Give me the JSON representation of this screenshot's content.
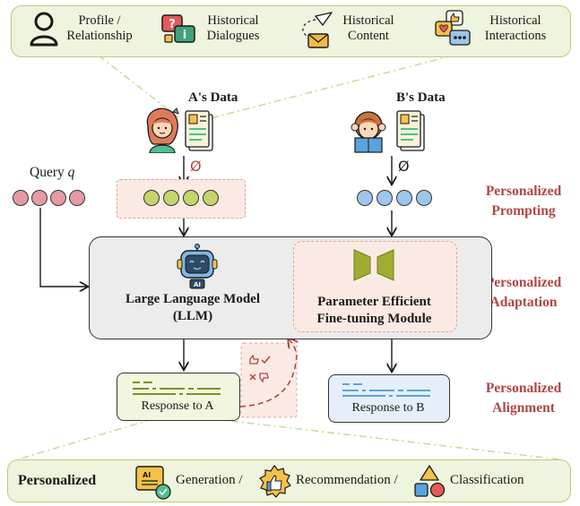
{
  "top_sources": [
    {
      "icon": "profile-icon",
      "text": "Profile / Relationship"
    },
    {
      "icon": "dialogue-icon",
      "text": "Historical Dialogues"
    },
    {
      "icon": "content-icon",
      "text": "Historical Content"
    },
    {
      "icon": "interaction-icon",
      "text": "Historical Interactions"
    }
  ],
  "users": {
    "a_label": "A's Data",
    "b_label": "B's Data",
    "a_symbol": "Ø",
    "b_symbol": "Ø"
  },
  "query": {
    "label": "Query",
    "var": "q"
  },
  "model": {
    "llm_line1": "Large Language Model",
    "llm_line2": "(LLM)",
    "pef_line1": "Parameter Efficient",
    "pef_line2": "Fine-tuning Module",
    "ai_tag": "AI"
  },
  "responses": {
    "a": "Response to A",
    "b": "Response to B"
  },
  "side_labels": [
    {
      "line1": "Personalized",
      "line2": "Prompting"
    },
    {
      "line1": "Personalized",
      "line2": "Adaptation"
    },
    {
      "line1": "Personalized",
      "line2": "Alignment"
    }
  ],
  "bottom": {
    "lead": "Personalized",
    "task1": "Generation /",
    "task2": "Recommendation /",
    "task3": "Classification"
  },
  "colors": {
    "query_dots": "#e69aa3",
    "a_dots": "#c6d56b",
    "b_dots": "#9cc6ea",
    "accent_red": "#b34545",
    "olive": "#7f8f2a",
    "blue_lines": "#5aa3dd"
  }
}
